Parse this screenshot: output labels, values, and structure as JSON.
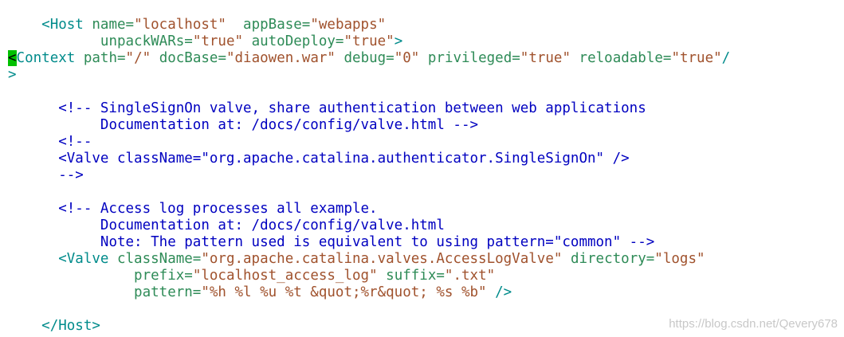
{
  "editor": {
    "lines": [
      [
        {
          "cls": "",
          "text": "    "
        },
        {
          "cls": "t",
          "text": "<Host "
        },
        {
          "cls": "a",
          "text": "name="
        },
        {
          "cls": "v",
          "text": "\"localhost\""
        },
        {
          "cls": "",
          "text": "  "
        },
        {
          "cls": "a",
          "text": "appBase="
        },
        {
          "cls": "v",
          "text": "\"webapps\""
        }
      ],
      [
        {
          "cls": "",
          "text": "           "
        },
        {
          "cls": "a",
          "text": "unpackWARs="
        },
        {
          "cls": "v",
          "text": "\"true\""
        },
        {
          "cls": "",
          "text": " "
        },
        {
          "cls": "a",
          "text": "autoDeploy="
        },
        {
          "cls": "v",
          "text": "\"true\""
        },
        {
          "cls": "t",
          "text": ">"
        }
      ],
      [
        {
          "cls": "cur",
          "text": "<"
        },
        {
          "cls": "t",
          "text": "Context "
        },
        {
          "cls": "a",
          "text": "path="
        },
        {
          "cls": "v",
          "text": "\"/\""
        },
        {
          "cls": "",
          "text": " "
        },
        {
          "cls": "a",
          "text": "docBase="
        },
        {
          "cls": "v",
          "text": "\"diaowen.war\""
        },
        {
          "cls": "",
          "text": " "
        },
        {
          "cls": "a",
          "text": "debug="
        },
        {
          "cls": "v",
          "text": "\"0\""
        },
        {
          "cls": "",
          "text": " "
        },
        {
          "cls": "a",
          "text": "privileged="
        },
        {
          "cls": "v",
          "text": "\"true\""
        },
        {
          "cls": "",
          "text": " "
        },
        {
          "cls": "a",
          "text": "reloadable="
        },
        {
          "cls": "v",
          "text": "\"true\""
        },
        {
          "cls": "t",
          "text": "/"
        }
      ],
      [
        {
          "cls": "t",
          "text": ">"
        }
      ],
      [],
      [
        {
          "cls": "",
          "text": "      "
        },
        {
          "cls": "c",
          "text": "<!-- SingleSignOn valve, share authentication between web applications"
        }
      ],
      [
        {
          "cls": "",
          "text": "           "
        },
        {
          "cls": "c",
          "text": "Documentation at: /docs/config/valve.html -->"
        }
      ],
      [
        {
          "cls": "",
          "text": "      "
        },
        {
          "cls": "c",
          "text": "<!--"
        }
      ],
      [
        {
          "cls": "",
          "text": "      "
        },
        {
          "cls": "c",
          "text": "<Valve className=\"org.apache.catalina.authenticator.SingleSignOn\" />"
        }
      ],
      [
        {
          "cls": "",
          "text": "      "
        },
        {
          "cls": "c",
          "text": "-->"
        }
      ],
      [],
      [
        {
          "cls": "",
          "text": "      "
        },
        {
          "cls": "c",
          "text": "<!-- Access log processes all example."
        }
      ],
      [
        {
          "cls": "",
          "text": "           "
        },
        {
          "cls": "c",
          "text": "Documentation at: /docs/config/valve.html"
        }
      ],
      [
        {
          "cls": "",
          "text": "           "
        },
        {
          "cls": "c",
          "text": "Note: The pattern used is equivalent to using pattern=\"common\" -->"
        }
      ],
      [
        {
          "cls": "",
          "text": "      "
        },
        {
          "cls": "t",
          "text": "<Valve "
        },
        {
          "cls": "a",
          "text": "className="
        },
        {
          "cls": "v",
          "text": "\"org.apache.catalina.valves.AccessLogValve\""
        },
        {
          "cls": "",
          "text": " "
        },
        {
          "cls": "a",
          "text": "directory="
        },
        {
          "cls": "v",
          "text": "\"logs\""
        }
      ],
      [
        {
          "cls": "",
          "text": "               "
        },
        {
          "cls": "a",
          "text": "prefix="
        },
        {
          "cls": "v",
          "text": "\"localhost_access_log\""
        },
        {
          "cls": "",
          "text": " "
        },
        {
          "cls": "a",
          "text": "suffix="
        },
        {
          "cls": "v",
          "text": "\".txt\""
        }
      ],
      [
        {
          "cls": "",
          "text": "               "
        },
        {
          "cls": "a",
          "text": "pattern="
        },
        {
          "cls": "v",
          "text": "\"%h %l %u %t &quot;%r&quot; %s %b\""
        },
        {
          "cls": "",
          "text": " "
        },
        {
          "cls": "t",
          "text": "/>"
        }
      ],
      [],
      [
        {
          "cls": "",
          "text": "    "
        },
        {
          "cls": "t",
          "text": "</Host>"
        }
      ]
    ]
  },
  "watermark": {
    "text": "https://blog.csdn.net/Qevery678"
  },
  "colors": {
    "tag": "#008b8b",
    "attribute": "#2e8b57",
    "value": "#a0522d",
    "comment": "#0000c0",
    "cursor": "#00c000",
    "background": "#ffffff"
  }
}
